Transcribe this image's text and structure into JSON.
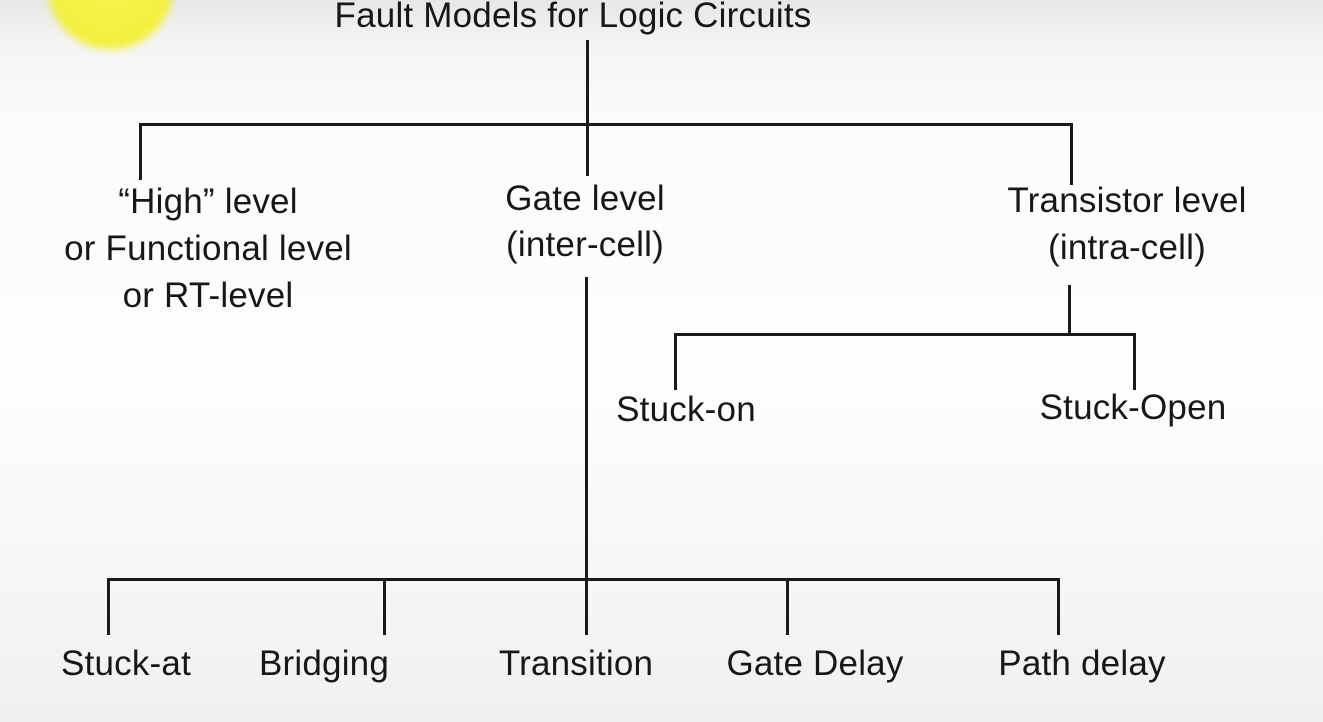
{
  "title": "Fault Models for Logic Circuits",
  "nodes": {
    "high": {
      "l1": "“High” level",
      "l2": "or Functional level",
      "l3": "or RT-level"
    },
    "gate": {
      "l1": "Gate level",
      "l2": "(inter-cell)"
    },
    "transistor": {
      "l1": "Transistor level",
      "l2": "(intra-cell)"
    },
    "stuck_on": "Stuck-on",
    "stuck_open": "Stuck-Open",
    "stuck_at": "Stuck-at",
    "bridging": "Bridging",
    "transition": "Transition",
    "gate_delay": "Gate Delay",
    "path_delay": "Path delay"
  },
  "tree": {
    "root": "Fault Models for Logic Circuits",
    "children": [
      {
        "label": "“High” level or Functional level or RT-level",
        "children": []
      },
      {
        "label": "Gate level (inter-cell)",
        "children": [
          "Stuck-at",
          "Bridging",
          "Transition",
          "Gate Delay",
          "Path delay"
        ]
      },
      {
        "label": "Transistor level (intra-cell)",
        "children": [
          "Stuck-on",
          "Stuck-Open"
        ]
      }
    ]
  },
  "colors": {
    "line": "#1a1a1a",
    "text": "#171717",
    "circle": "#f2ef3d"
  }
}
